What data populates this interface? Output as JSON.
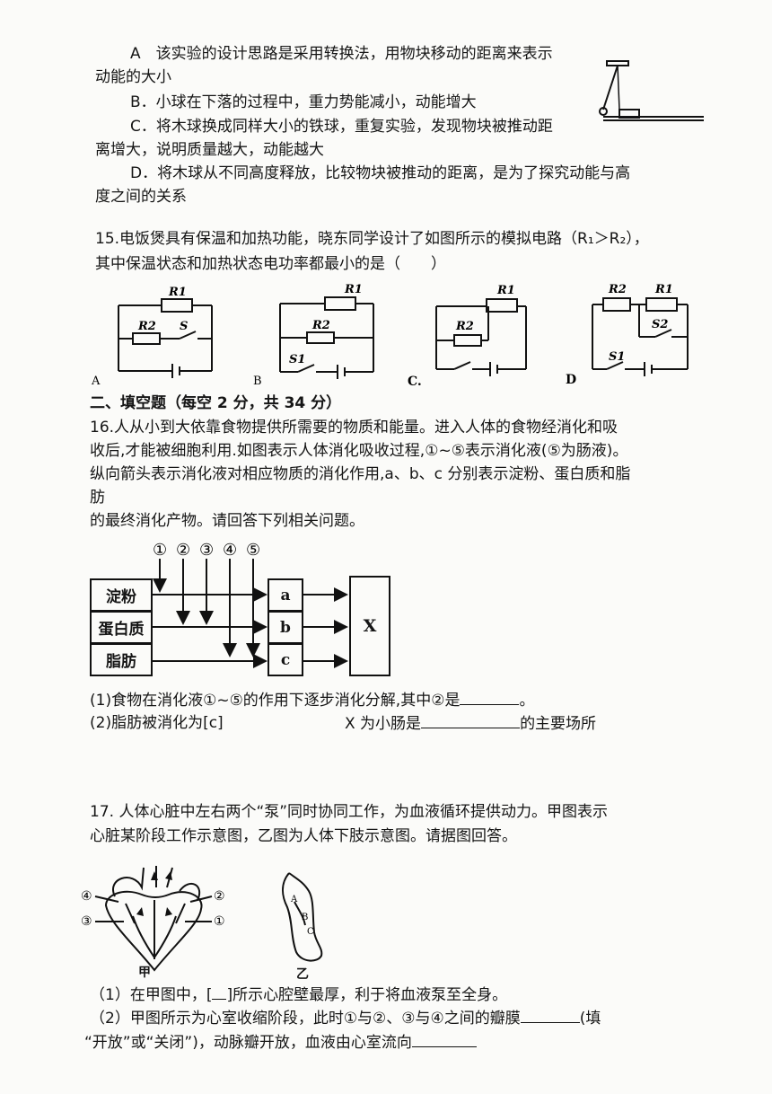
{
  "q14": {
    "optA_1": "A　该实验的设计思路是采用转换法，用物块移动的距离来表示",
    "optA_2": "动能的大小",
    "optB": "B．小球在下落的过程中，重力势能减小，动能增大",
    "optC_1": "C．将木球换成同样大小的铁球，重复实验，发现物块被推动距",
    "optC_2": "离增大，说明质量越大，动能越大",
    "optD_1": "D．将木球从不同高度释放，比较物块被推动的距离，是为了探究动能与高",
    "optD_2": "度之间的关系"
  },
  "q15": {
    "line1": "15.电饭煲具有保温和加热功能，晓东同学设计了如图所示的模拟电路（R₁＞R₂），",
    "line2": "其中保温状态和加热状态电功率都最小的是（　　）",
    "circuit_labels": {
      "r1": "R1",
      "r2": "R2",
      "s": "S",
      "s1": "S1",
      "s2": "S2",
      "a": "A",
      "b": "B",
      "c": "C.",
      "d": "D"
    }
  },
  "section2": "二、填空题（每空 2 分，共 34 分）",
  "q16": {
    "line1": "16.人从小到大依靠食物提供所需要的物质和能量。进入人体的食物经消化和吸",
    "line2": "收后,才能被细胞利用.如图表示人体消化吸收过程,①~⑤表示消化液(⑤为肠液)。",
    "line3": "纵向箭头表示消化液对相应物质的消化作用,a、b、c 分别表示淀粉、蛋白质和脂",
    "line4": "肪",
    "line5": "的最终消化产物。请回答下列相关问题。",
    "nums": [
      "①",
      "②",
      "③",
      "④",
      "⑤"
    ],
    "foods": [
      "淀粉",
      "蛋白质",
      "脂肪"
    ],
    "products": [
      "a",
      "b",
      "c"
    ],
    "x": "X",
    "sub1": "(1)食物在消化液①~⑤的作用下逐步消化分解,其中②是",
    "sub1_end": "。",
    "sub2_a": "(2)脂肪被消化为[c]",
    "sub2_b": "X 为小肠是",
    "sub2_c": "的主要场所"
  },
  "q17": {
    "line1": "17. 人体心脏中左右两个“泵”同时协同工作，为血液循环提供动力。甲图表示",
    "line2": "心脏某阶段工作示意图，乙图为人体下肢示意图。请据图回答。",
    "heart_nums": [
      "④",
      "②",
      "③",
      "①"
    ],
    "leg_labels": [
      "A",
      "B",
      "C"
    ],
    "caption_jia": "甲",
    "caption_yi": "乙",
    "sub1_a": "（1）在甲图中，[",
    "sub1_b": "]所示心腔壁最厚，利于将血液泵至全身。",
    "sub2_1": "（2）甲图所示为心室收缩阶段，此时①与②、③与④之间的瓣膜",
    "sub2_1_end": "(填",
    "sub2_2": "“开放”或“关闭”)，动脉瓣开放，血液由心室流向"
  }
}
